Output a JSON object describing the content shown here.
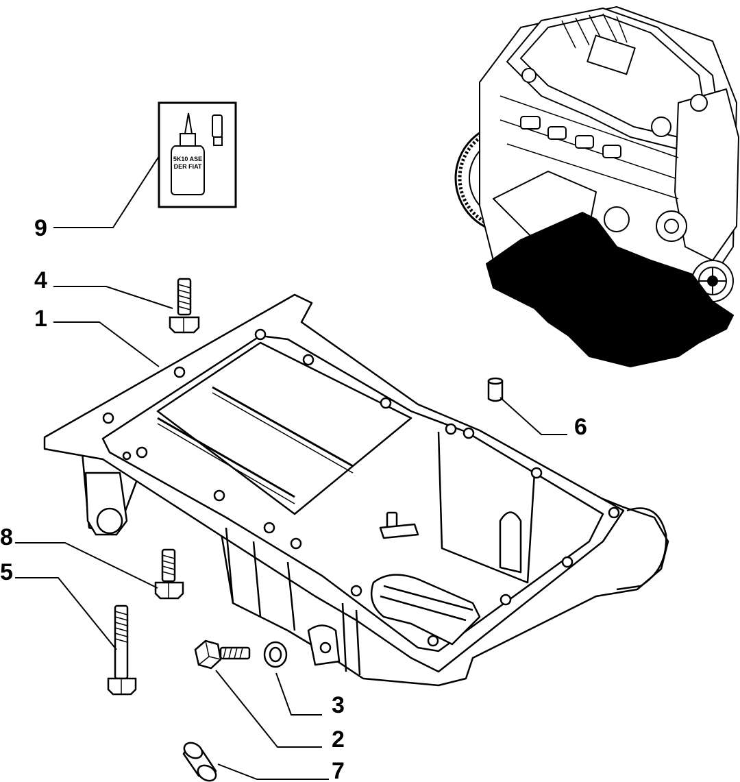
{
  "diagram": {
    "ink_color": "#000000",
    "paper_color": "#ffffff",
    "sealant_box": {
      "bottle_label_line1": "5K10 ASE",
      "bottle_label_line2": "DER FIAT"
    },
    "callouts": [
      {
        "id": "1",
        "label": "1"
      },
      {
        "id": "2",
        "label": "2"
      },
      {
        "id": "3",
        "label": "3"
      },
      {
        "id": "4",
        "label": "4"
      },
      {
        "id": "5",
        "label": "5"
      },
      {
        "id": "6",
        "label": "6"
      },
      {
        "id": "7",
        "label": "7"
      },
      {
        "id": "8",
        "label": "8"
      },
      {
        "id": "9",
        "label": "9"
      }
    ]
  }
}
